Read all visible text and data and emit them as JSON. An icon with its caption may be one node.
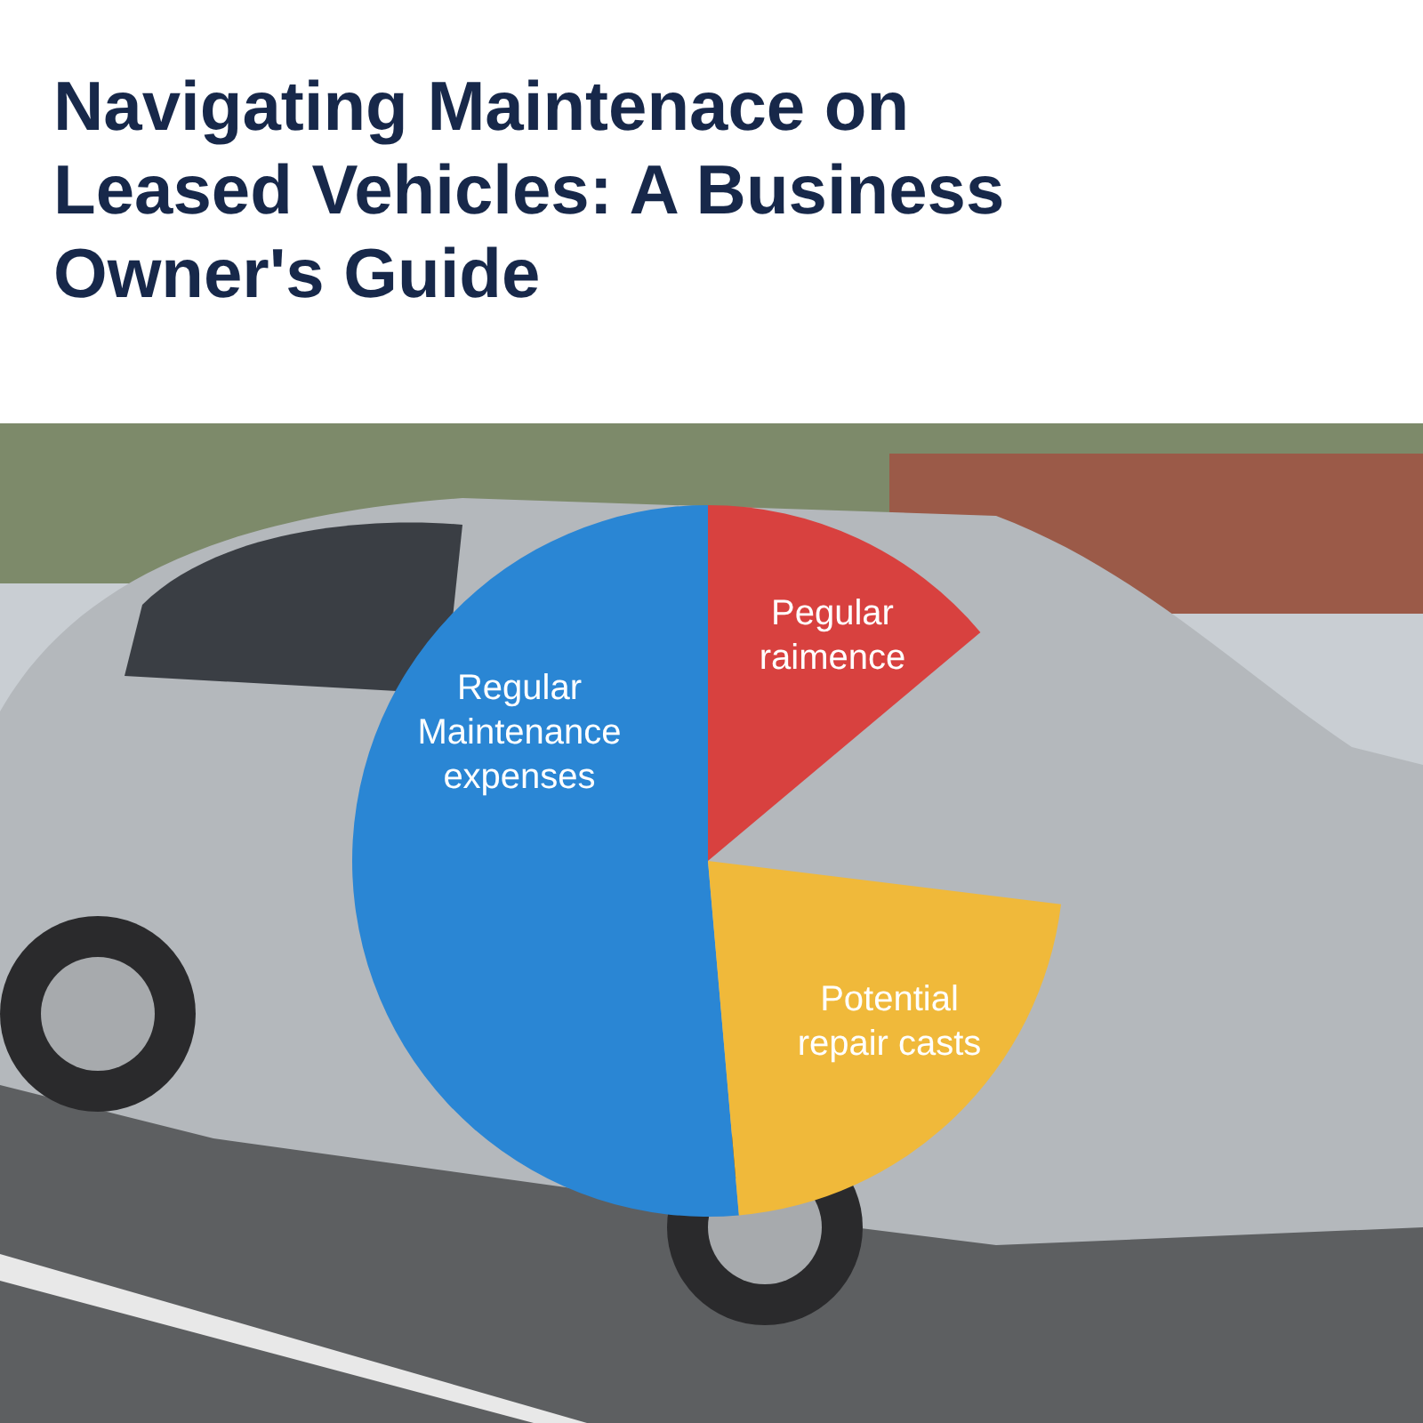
{
  "diagram": {
    "title": "Navigating Maintenace on Leased Vehicles: A Business Owner's Guide",
    "nodes": [
      {
        "text": [
          "Regular Maintenance expenses"
        ]
      },
      {
        "text": [
          "Pegular raimence"
        ]
      },
      {
        "text": [
          "Potential repair casts"
        ]
      }
    ]
  }
}
